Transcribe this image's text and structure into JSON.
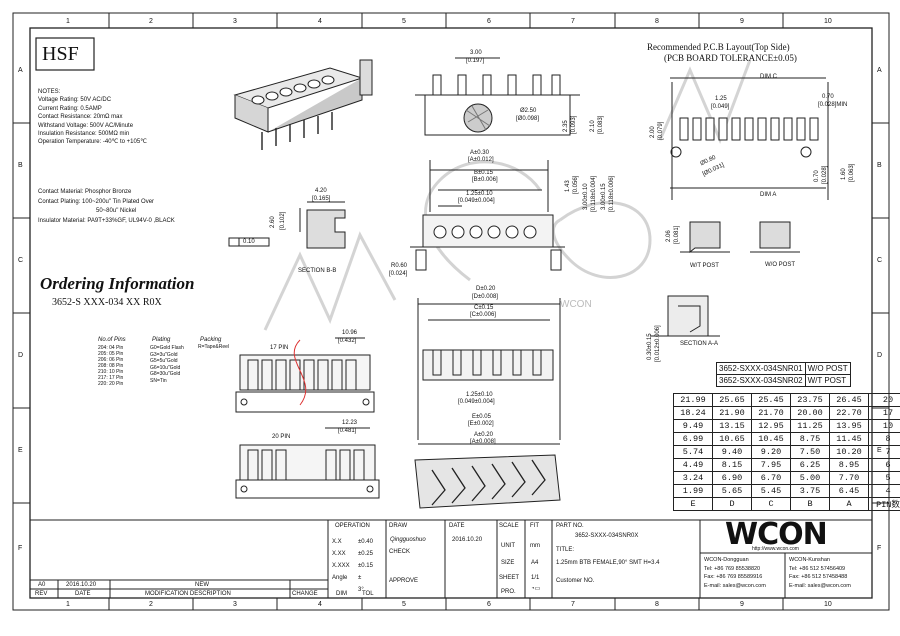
{
  "grid": {
    "cols": [
      "1",
      "2",
      "3",
      "4",
      "5",
      "6",
      "7",
      "8",
      "9",
      "10"
    ],
    "rows": [
      "A",
      "B",
      "C",
      "D",
      "E",
      "F"
    ]
  },
  "hsf": "HSF",
  "watermark": "WCON",
  "notes": {
    "title": "NOTES:",
    "lines": [
      "Voltage Rating: 50V AC/DC",
      "Current Rating: 0.5AMP",
      "Contact Resistance: 20mΩ max",
      "Withstand Voltage: 500V AC/Minute",
      "Insulation Resistance: 500MΩ min",
      "Operation Temperature: -40℃ to +105℃"
    ],
    "materials": [
      "Contact Material: Phosphor Bronze",
      "Contact Plating: 100~200u\" Tin Plated Over",
      "50~80u\" Nickel",
      "Insulator Material: PA9T+33%GF, UL94V-0 ,BLACK"
    ]
  },
  "section_bb": {
    "dim_w": "4.20",
    "dim_w_in": "[0.165]",
    "dim_h": "2.60",
    "dim_h_in": "[0.102]",
    "flatness": "0.10",
    "label": "SECTION B-B"
  },
  "ordering": {
    "title": "Ordering Information",
    "code": "3652-S XXX-034 XX R0X",
    "no_of_pins": "No.of Pins",
    "pins": [
      "204: 04 Pin",
      "205: 05 Pin",
      "206: 06 Pin",
      "208: 08 Pin",
      "210: 10 Pin",
      "217: 17 Pin",
      "220: 20 Pin"
    ],
    "plating": "Plating",
    "plating_opts": [
      "G0=Gold Flash",
      "G3=3u\"Gold",
      "G5=5u\"Gold",
      "G6=10u\"Gold",
      "G8=30u\"Gold",
      "SN=Tin"
    ],
    "packing": "Packing",
    "packing_opts": [
      "R=Tape&Reel"
    ]
  },
  "top_view": {
    "d300": "3.00",
    "d300_in": "[0.197]",
    "d250": "Ø2.50",
    "d250_in": "[Ø0.098]",
    "d235": "2.35",
    "d235_in": "[0.093]",
    "d210": "2.10",
    "d210_in": "[0.083]"
  },
  "front_view": {
    "a030": "A±0.30",
    "a030_in": "[A±0.012]",
    "b015": "B±0.15",
    "b015_in": "[B±0.006]",
    "p125": "1.25±0.10",
    "p125_in": "[0.049±0.004]",
    "h143": "1.43",
    "h143_in": "[0.056]",
    "h300": "3.00±0.10",
    "h300_in": "[0.118±0.004]",
    "h305": "3.00±0.15",
    "h305_in": "[0.118±0.006]",
    "r060": "R0.60",
    "r060_in": "[0.024]"
  },
  "pcb": {
    "title": "Recommended P.C.B Layout(Top Side)",
    "subtitle": "(PCB BOARD TOLERANCE±0.05)",
    "dim_c": "DIM C",
    "dim_a": "DIM A",
    "p125": "1.25",
    "p125_in": "[0.049]",
    "w070": "0.70",
    "w070_in": "[0.028]MIN",
    "h200": "2.00",
    "h200_in": "[0.079]",
    "h070": "0.70",
    "h070_in": "[0.028]",
    "h160": "1.60",
    "h160_in": "[0.063]",
    "d080": "Ø0.80",
    "d080_in": "[Ø0.031]"
  },
  "posts": {
    "wt": "W/T POST",
    "wo": "W/O POST",
    "h206": "2.06",
    "h206_in": "[0.081]"
  },
  "section_aa": {
    "label": "SECTION A-A",
    "d": "0.30±0.15",
    "d_in": "[0.012±0.006]"
  },
  "side_17": {
    "label": "17 PIN",
    "w": "10.96",
    "w_in": "[0.432]"
  },
  "side_20": {
    "label": "20 PIN",
    "w": "12.23",
    "w_in": "[0.481]"
  },
  "bottom_view": {
    "d": "D±0.20",
    "d_in": "[D±0.008]",
    "c": "C±0.15",
    "c_in": "[C±0.006]",
    "p125": "1.25±0.10",
    "p125_in": "[0.049±0.004]",
    "e": "E±0.05",
    "e_in": "[E±0.002]",
    "a": "A±0.20",
    "a_in": "[A±0.008]"
  },
  "variants": [
    {
      "pn": "3652-SXXX-034SNR01",
      "type": "W/O POST"
    },
    {
      "pn": "3652-SXXX-034SNR02",
      "type": "W/T POST"
    }
  ],
  "pin_table": {
    "rows": [
      [
        "21.99",
        "25.65",
        "25.45",
        "23.75",
        "26.45",
        "20"
      ],
      [
        "18.24",
        "21.90",
        "21.70",
        "20.00",
        "22.70",
        "17"
      ],
      [
        "9.49",
        "13.15",
        "12.95",
        "11.25",
        "13.95",
        "10"
      ],
      [
        "6.99",
        "10.65",
        "10.45",
        "8.75",
        "11.45",
        "8"
      ],
      [
        "5.74",
        "9.40",
        "9.20",
        "7.50",
        "10.20",
        "7"
      ],
      [
        "4.49",
        "8.15",
        "7.95",
        "6.25",
        "8.95",
        "6"
      ],
      [
        "3.24",
        "6.90",
        "6.70",
        "5.00",
        "7.70",
        "5"
      ],
      [
        "1.99",
        "5.65",
        "5.45",
        "3.75",
        "6.45",
        "4"
      ]
    ],
    "header": [
      "E",
      "D",
      "C",
      "B",
      "A",
      "PIN数"
    ]
  },
  "title_block": {
    "operation": "OPERATION",
    "tol": [
      [
        "X.X",
        "±0.40"
      ],
      [
        "X.XX",
        "±0.25"
      ],
      [
        "X.XXX",
        "±0.15"
      ],
      [
        "Angle",
        "± 3°"
      ]
    ],
    "dim": "DIM",
    "tol_label": "TOL",
    "draw": "DRAW",
    "drawer": "Qingguoshuo",
    "check": "CHECK",
    "approve": "APPROVE",
    "date_label": "DATE",
    "date_value": "2016.10.20",
    "scale": "SCALE",
    "scale_v": "FIT",
    "unit": "UNIT",
    "unit_v": "mm",
    "size": "SIZE",
    "size_v": "A4",
    "sheet": "SHEET",
    "sheet_v": "1/1",
    "proj": "PRO.",
    "part_no_label": "PART NO.",
    "part_no": "3652-SXXX-034SNR0X",
    "title_label": "TITLE:",
    "title": "1.25mm BTB FEMALE,90° SMT H=3.4",
    "customer": "Customer NO.",
    "rev_row": [
      "A0",
      "2016.10.20",
      "NEW"
    ],
    "rev_header": [
      "REV",
      "DATE",
      "MODIFICATION DESCRIPTION",
      "CHANGE"
    ]
  },
  "company": {
    "logo": "WCON",
    "web": "http://www.wcon.com",
    "dongguan": "WCON-Dongguan",
    "tel_dg": "Tel: +86 769 85538820",
    "fax_dg": "Fax: +86 769 85589916",
    "email_dg": "E-mail: sales@wcon.com",
    "kunshan": "WCON-Kunshan",
    "tel_ks": "Tel: +86 512 57456409",
    "fax_ks": "Fax: +86 512 57458488",
    "email_ks": "E-mail: sales@wcon.com"
  }
}
